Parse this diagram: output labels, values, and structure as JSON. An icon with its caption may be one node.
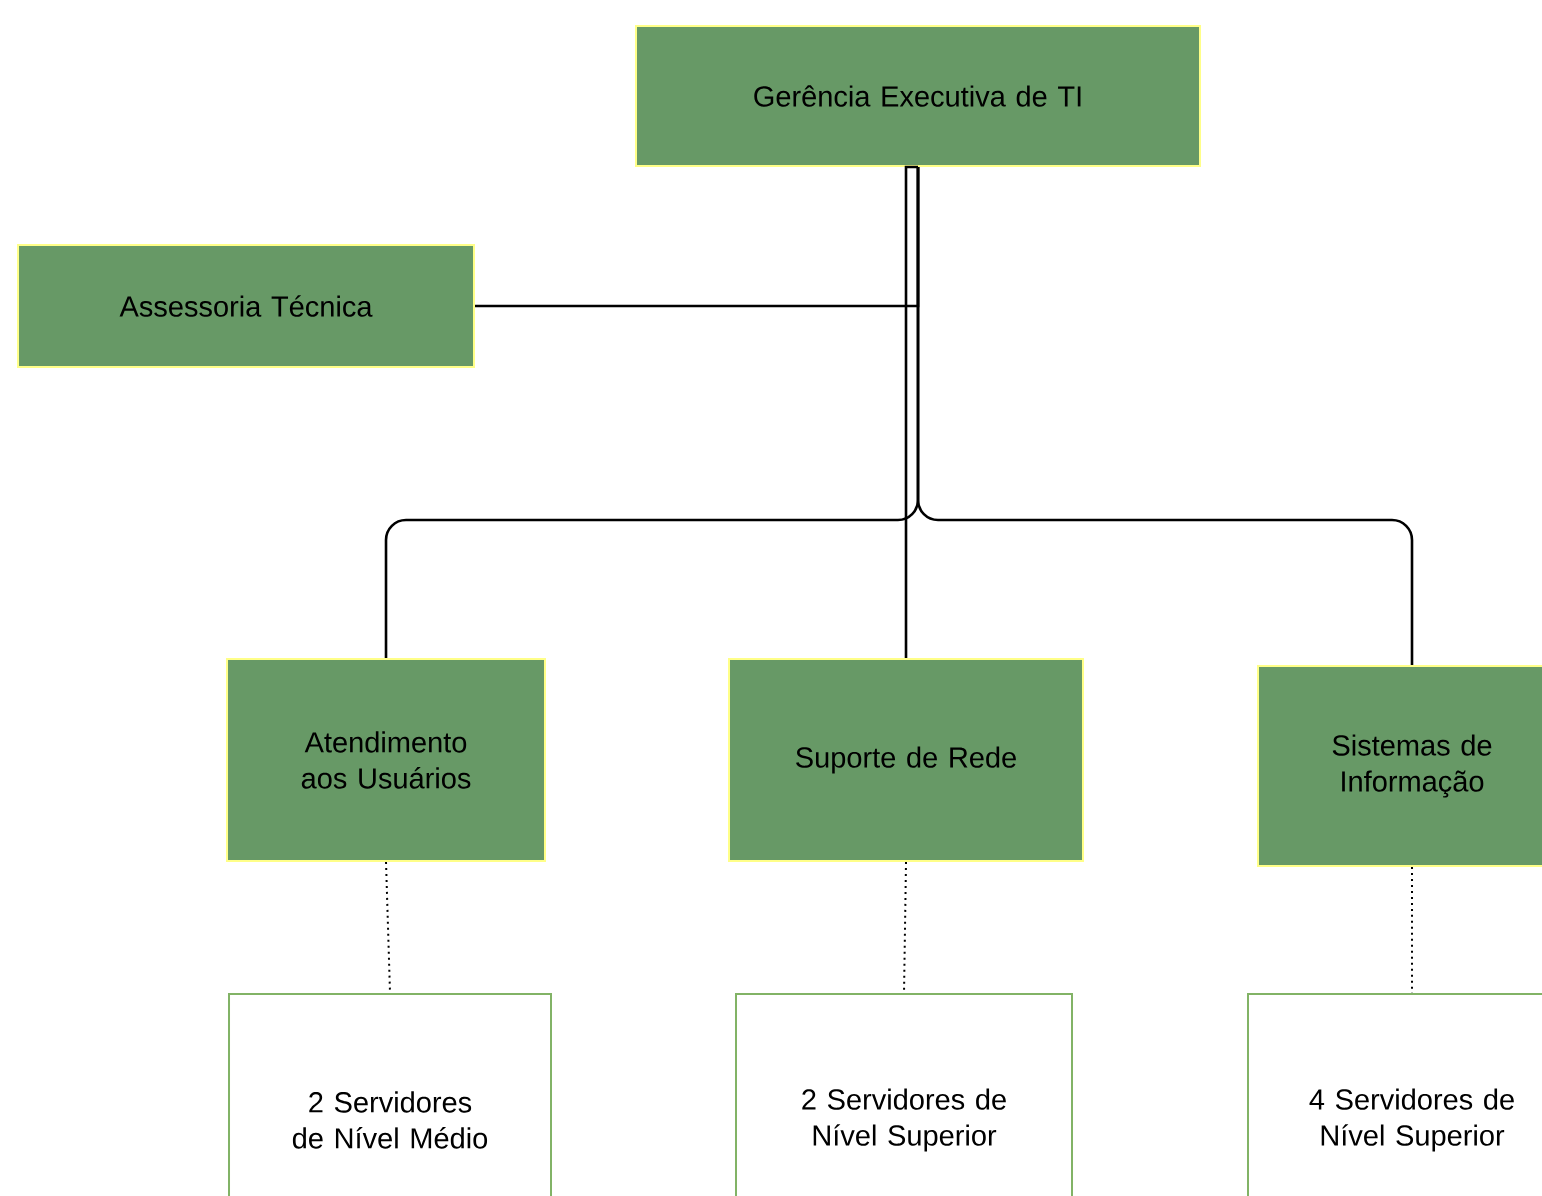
{
  "diagram": {
    "nodes": [
      {
        "text": [
          "Gerência Executiva de TI"
        ]
      },
      {
        "text": [
          "Assessoria Técnica"
        ]
      },
      {
        "text": [
          "Atendimento aos Usuários"
        ]
      },
      {
        "text": [
          "Suporte de Rede"
        ]
      },
      {
        "text": [
          "Sistemas de Informação"
        ]
      },
      {
        "text": [
          "2 Servidores de Nível Médio"
        ]
      },
      {
        "text": [
          "2 Servidores de Nível Superior"
        ]
      },
      {
        "text": [
          "4 Servidores de Nível Superior"
        ]
      }
    ],
    "edges": [
      {
        "from": 0,
        "to": 1,
        "arrow": "none"
      },
      {
        "from": 0,
        "to": 2,
        "arrow": "none"
      },
      {
        "from": 0,
        "to": 3,
        "arrow": "none"
      },
      {
        "from": 0,
        "to": 4,
        "arrow": "none"
      },
      {
        "from": 2,
        "to": 5,
        "arrow": "none",
        "style": "dashed"
      },
      {
        "from": 3,
        "to": 6,
        "arrow": "none",
        "style": "dashed"
      },
      {
        "from": 4,
        "to": 7,
        "arrow": "none",
        "style": "dashed"
      }
    ]
  }
}
